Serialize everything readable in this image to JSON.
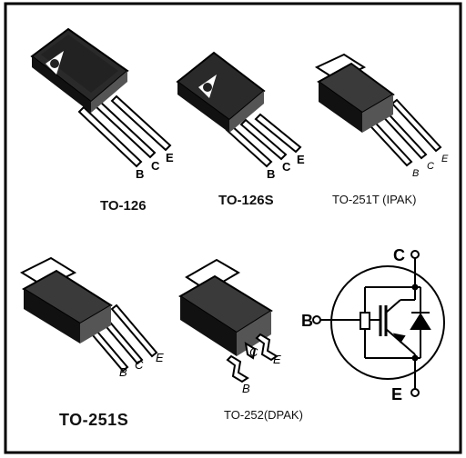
{
  "packages": [
    {
      "caption": "TO-126",
      "pins": [
        "B",
        "C",
        "E"
      ]
    },
    {
      "caption": "TO-126S",
      "pins": [
        "B",
        "C",
        "E"
      ]
    },
    {
      "caption": "TO-251T (IPAK)",
      "pins": [
        "B",
        "C",
        "E"
      ]
    },
    {
      "caption": "TO-251S",
      "pins": [
        "B",
        "C",
        "E"
      ]
    },
    {
      "caption": "TO-252(DPAK)",
      "pins": [
        "B",
        "C",
        "E"
      ]
    }
  ],
  "schematic": {
    "pins": {
      "base": "B",
      "collector": "C",
      "emitter": "E"
    }
  },
  "colors": {
    "body_dark": "#1a1a1a",
    "body_mid": "#3a3a3a",
    "body_light": "#6a6a6a",
    "border": "#000000",
    "lead": "#ffffff"
  }
}
